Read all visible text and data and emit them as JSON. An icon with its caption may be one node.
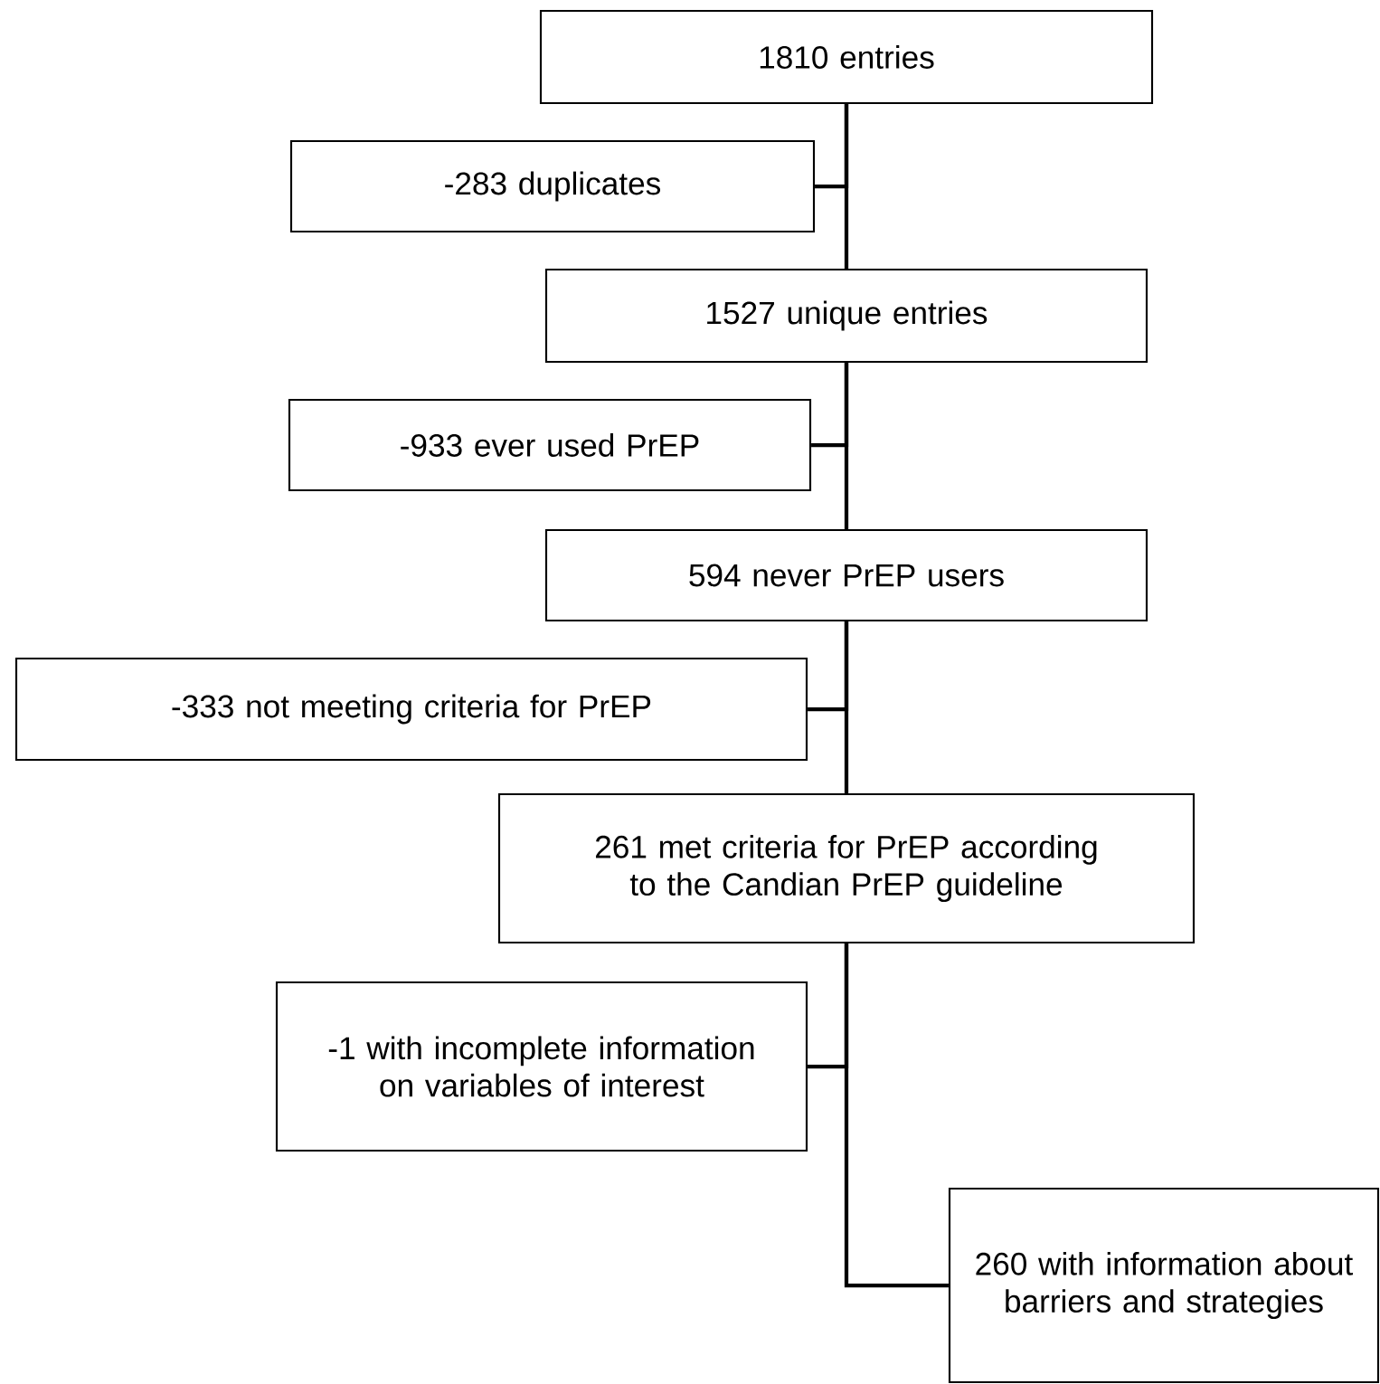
{
  "diagram": {
    "nodes": [
      {
        "text": [
          "1810 entries"
        ]
      },
      {
        "text": [
          "-283 duplicates"
        ]
      },
      {
        "text": [
          "1527 unique entries"
        ]
      },
      {
        "text": [
          "-933 ever used PrEP"
        ]
      },
      {
        "text": [
          "594 never PrEP users"
        ]
      },
      {
        "text": [
          "-333 not meeting criteria for PrEP"
        ]
      },
      {
        "text": [
          "261 met criteria for PrEP according to the Candian PrEP guideline"
        ]
      },
      {
        "text": [
          "-1 with incomplete information on variables of interest"
        ]
      },
      {
        "text": [
          "260 with information about barriers and strategies"
        ]
      }
    ],
    "edges": [
      {
        "from": 0,
        "to": 1,
        "arrow": "none"
      },
      {
        "from": 0,
        "to": 2,
        "arrow": "none"
      },
      {
        "from": 2,
        "to": 3,
        "arrow": "none"
      },
      {
        "from": 2,
        "to": 4,
        "arrow": "none"
      },
      {
        "from": 4,
        "to": 5,
        "arrow": "none"
      },
      {
        "from": 4,
        "to": 6,
        "arrow": "none"
      },
      {
        "from": 6,
        "to": 7,
        "arrow": "none"
      },
      {
        "from": 6,
        "to": 8,
        "arrow": "none"
      }
    ]
  }
}
